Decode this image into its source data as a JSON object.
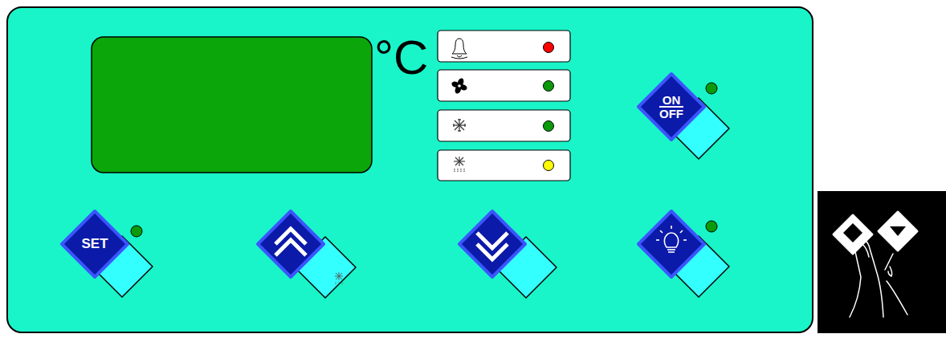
{
  "diagram": {
    "nodes": [
      {
        "text": [
          "ON OFF"
        ]
      },
      {
        "text": [
          "SET"
        ]
      }
    ],
    "labels": [
      "°C"
    ]
  }
}
